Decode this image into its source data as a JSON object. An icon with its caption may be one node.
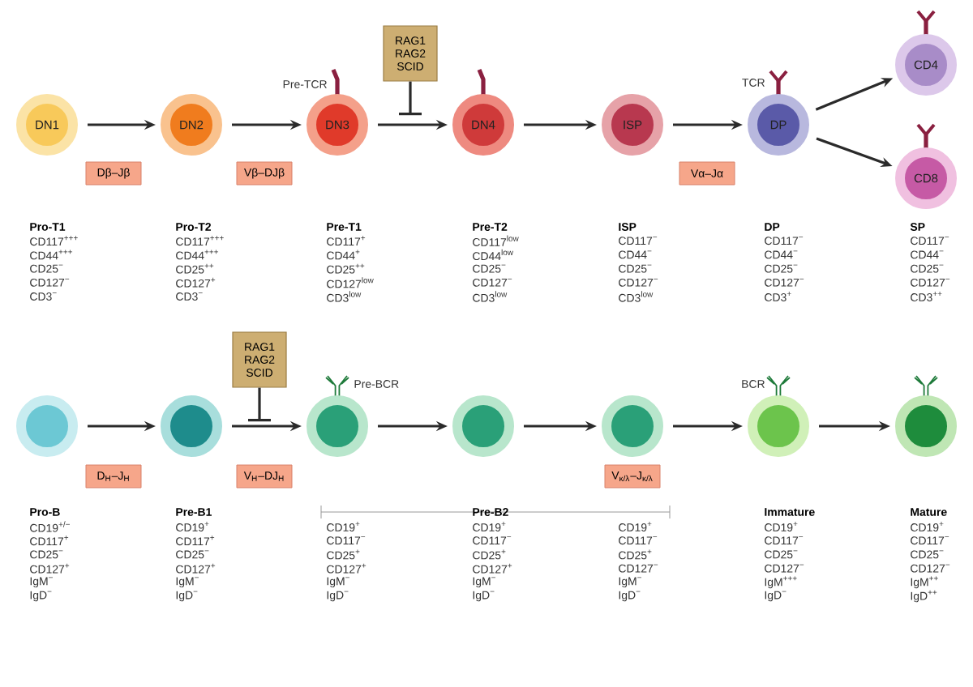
{
  "diagram": {
    "nodes": [
      {
        "text": [
          "RAG1 RAG2 SCID"
        ]
      },
      {
        "text": [
          "DN1"
        ]
      },
      {
        "text": [
          "DN2"
        ]
      },
      {
        "text": [
          "DN3"
        ]
      },
      {
        "text": [
          "DN4"
        ]
      },
      {
        "text": [
          "ISP"
        ]
      },
      {
        "text": [
          "DP"
        ]
      },
      {
        "text": [
          "CD4"
        ]
      },
      {
        "text": [
          "CD8"
        ]
      },
      {
        "text": [
          "Dβ–Jβ"
        ]
      },
      {
        "text": [
          "Vβ–DJβ"
        ]
      },
      {
        "text": [
          "Vα–Jα"
        ]
      },
      {
        "text": [
          "RAG1 RAG2 SCID"
        ]
      },
      {
        "text": [],
        "shape": "circle"
      },
      {
        "text": [],
        "shape": "circle"
      },
      {
        "text": [],
        "shape": "circle"
      },
      {
        "text": [],
        "shape": "circle"
      },
      {
        "text": [],
        "shape": "circle"
      },
      {
        "text": [],
        "shape": "circle"
      },
      {
        "text": [],
        "shape": "circle"
      },
      {
        "text": [
          "D$_{H}$–J$_{H}$"
        ]
      },
      {
        "text": [
          "V$_{H}$–DJ$_{H}$"
        ]
      },
      {
        "text": [
          "V$_{κ/λ}$–J$_{κ/λ}$"
        ]
      }
    ],
    "edges": [
      {
        "from": 1,
        "to": 2,
        "arrow": "to"
      },
      {
        "from": 2,
        "to": 3,
        "arrow": "to"
      },
      {
        "from": 3,
        "to": 4,
        "arrow": "to"
      },
      {
        "from": 4,
        "to": 5,
        "arrow": "to"
      },
      {
        "from": 5,
        "to": 6,
        "arrow": "to"
      },
      {
        "from": 6,
        "to": 7,
        "arrow": "to"
      },
      {
        "from": 6,
        "to": 8,
        "arrow": "to"
      },
      {
        "from": 0,
        "to": null,
        "arrow": "none"
      },
      {
        "from": 13,
        "to": 14,
        "arrow": "to"
      },
      {
        "from": 14,
        "to": 15,
        "arrow": "to"
      },
      {
        "from": 15,
        "to": 16,
        "arrow": "to"
      },
      {
        "from": 16,
        "to": 17,
        "arrow": "to"
      },
      {
        "from": 17,
        "to": 18,
        "arrow": "to"
      },
      {
        "from": 18,
        "to": 19,
        "arrow": "to"
      },
      {
        "from": 12,
        "to": null,
        "arrow": "none"
      }
    ],
    "labels": [
      "Pre-TCR",
      "TCR",
      "Pro-T1",
      "CD117$^{+++}$",
      "CD44$^{+++}$",
      "CD25$^{−}$",
      "CD127$^{−}$",
      "CD3$^{−}$",
      "Pro-T2",
      "CD117$^{+++}$",
      "CD44$^{+++}$",
      "CD25$^{++}$",
      "CD127$^{+}$",
      "CD3$^{−}$",
      "Pre-T1",
      "CD117$^{+}$",
      "CD44$^{+}$",
      "CD25$^{++}$",
      "CD127$^{low}$",
      "CD3$^{low}$",
      "Pre-T2",
      "CD117$^{low}$",
      "CD44$^{low}$",
      "CD25$^{−}$",
      "CD127$^{−}$",
      "CD3$^{low}$",
      "ISP",
      "CD117$^{−}$",
      "CD44$^{−}$",
      "CD25$^{−}$",
      "CD127$^{−}$",
      "CD3$^{low}$",
      "DP",
      "CD117$^{−}$",
      "CD44$^{−}$",
      "CD25$^{−}$",
      "CD127$^{−}$",
      "CD3$^{+}$",
      "SP",
      "CD117$^{−}$",
      "CD44$^{−}$",
      "CD25$^{−}$",
      "CD127$^{−}$",
      "CD3$^{++}$",
      "Pre-BCR",
      "BCR",
      "Pro-B",
      "CD19$^{+/−}$",
      "CD117$^{+}$",
      "CD25$^{−}$",
      "CD127$^{+}$",
      "IgM$^{−}$",
      "IgD$^{−}$",
      "Pre-B1",
      "CD19$^{+}$",
      "CD117$^{+}$",
      "CD25$^{−}$",
      "CD127$^{+}$",
      "IgM$^{−}$",
      "IgD$^{−}$",
      "CD19$^{+}$",
      "CD117$^{−}$",
      "CD25$^{+}$",
      "CD127$^{+}$",
      "IgM$^{−}$",
      "IgD$^{−}$",
      "Pre-B2",
      "CD19$^{+}$",
      "CD117$^{−}$",
      "CD25$^{+}$",
      "CD127$^{+}$",
      "IgM$^{−}$",
      "IgD$^{−}$",
      "CD19$^{+}$",
      "CD117$^{−}$",
      "CD25$^{+}$",
      "CD127$^{−}$",
      "IgM$^{−}$",
      "IgD$^{−}$",
      "Immature",
      "CD19$^{+}$",
      "CD117$^{−}$",
      "CD25$^{−}$",
      "CD127$^{−}$",
      "IgM$^{+++}$",
      "IgD$^{−}$",
      "Mature",
      "CD19$^{+}$",
      "CD117$^{−}$",
      "CD25$^{−}$",
      "CD127$^{−}$",
      "IgM$^{++}$",
      "IgD$^{++}$"
    ]
  }
}
